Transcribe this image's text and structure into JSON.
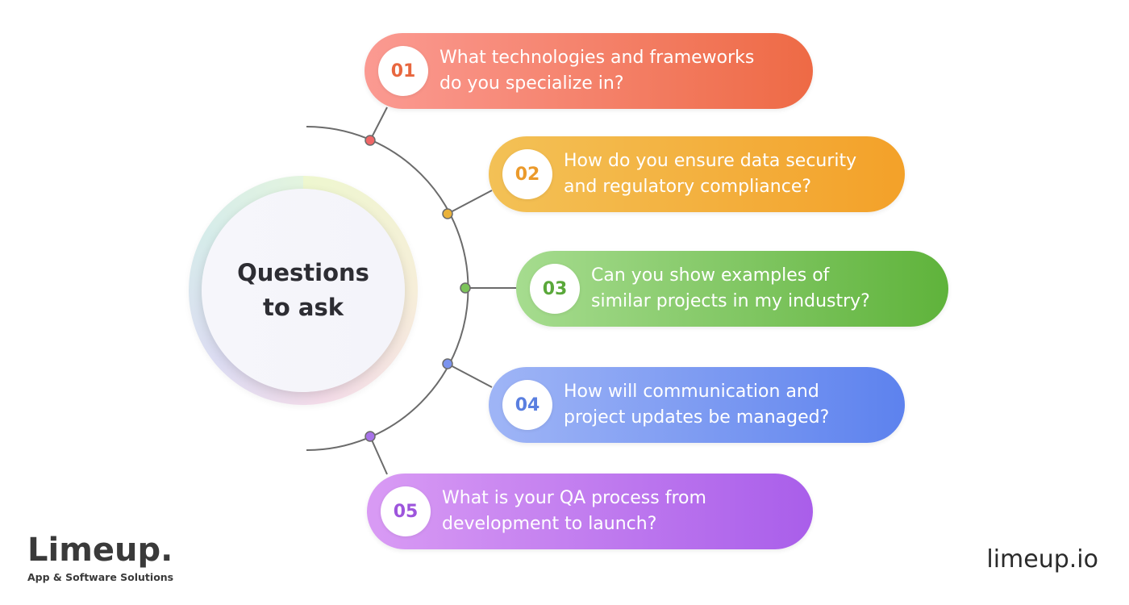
{
  "center": {
    "title_line1": "Questions",
    "title_line2": "to ask"
  },
  "items": [
    {
      "number": "01",
      "line1": "What technologies and frameworks",
      "line2": "do you specialize in?",
      "color": "#ee6a45",
      "color_light": "#fb9a92"
    },
    {
      "number": "02",
      "line1": "How do you ensure data security",
      "line2": "and regulatory compliance?",
      "color": "#f3a129",
      "color_light": "#f3c156"
    },
    {
      "number": "03",
      "line1": "Can you show examples of",
      "line2": "similar projects in my industry?",
      "color": "#5fb33b",
      "color_light": "#a6dc8f"
    },
    {
      "number": "04",
      "line1": "How will communication and",
      "line2": "project updates be managed?",
      "color": "#5d82ee",
      "color_light": "#9fb5f6"
    },
    {
      "number": "05",
      "line1": "What is your QA process from",
      "line2": "development to launch?",
      "color": "#a95eea",
      "color_light": "#d99bf4"
    }
  ],
  "footer": {
    "brand_name": "Limeup.",
    "brand_tagline": "App & Software Solutions",
    "website": "limeup.io"
  }
}
